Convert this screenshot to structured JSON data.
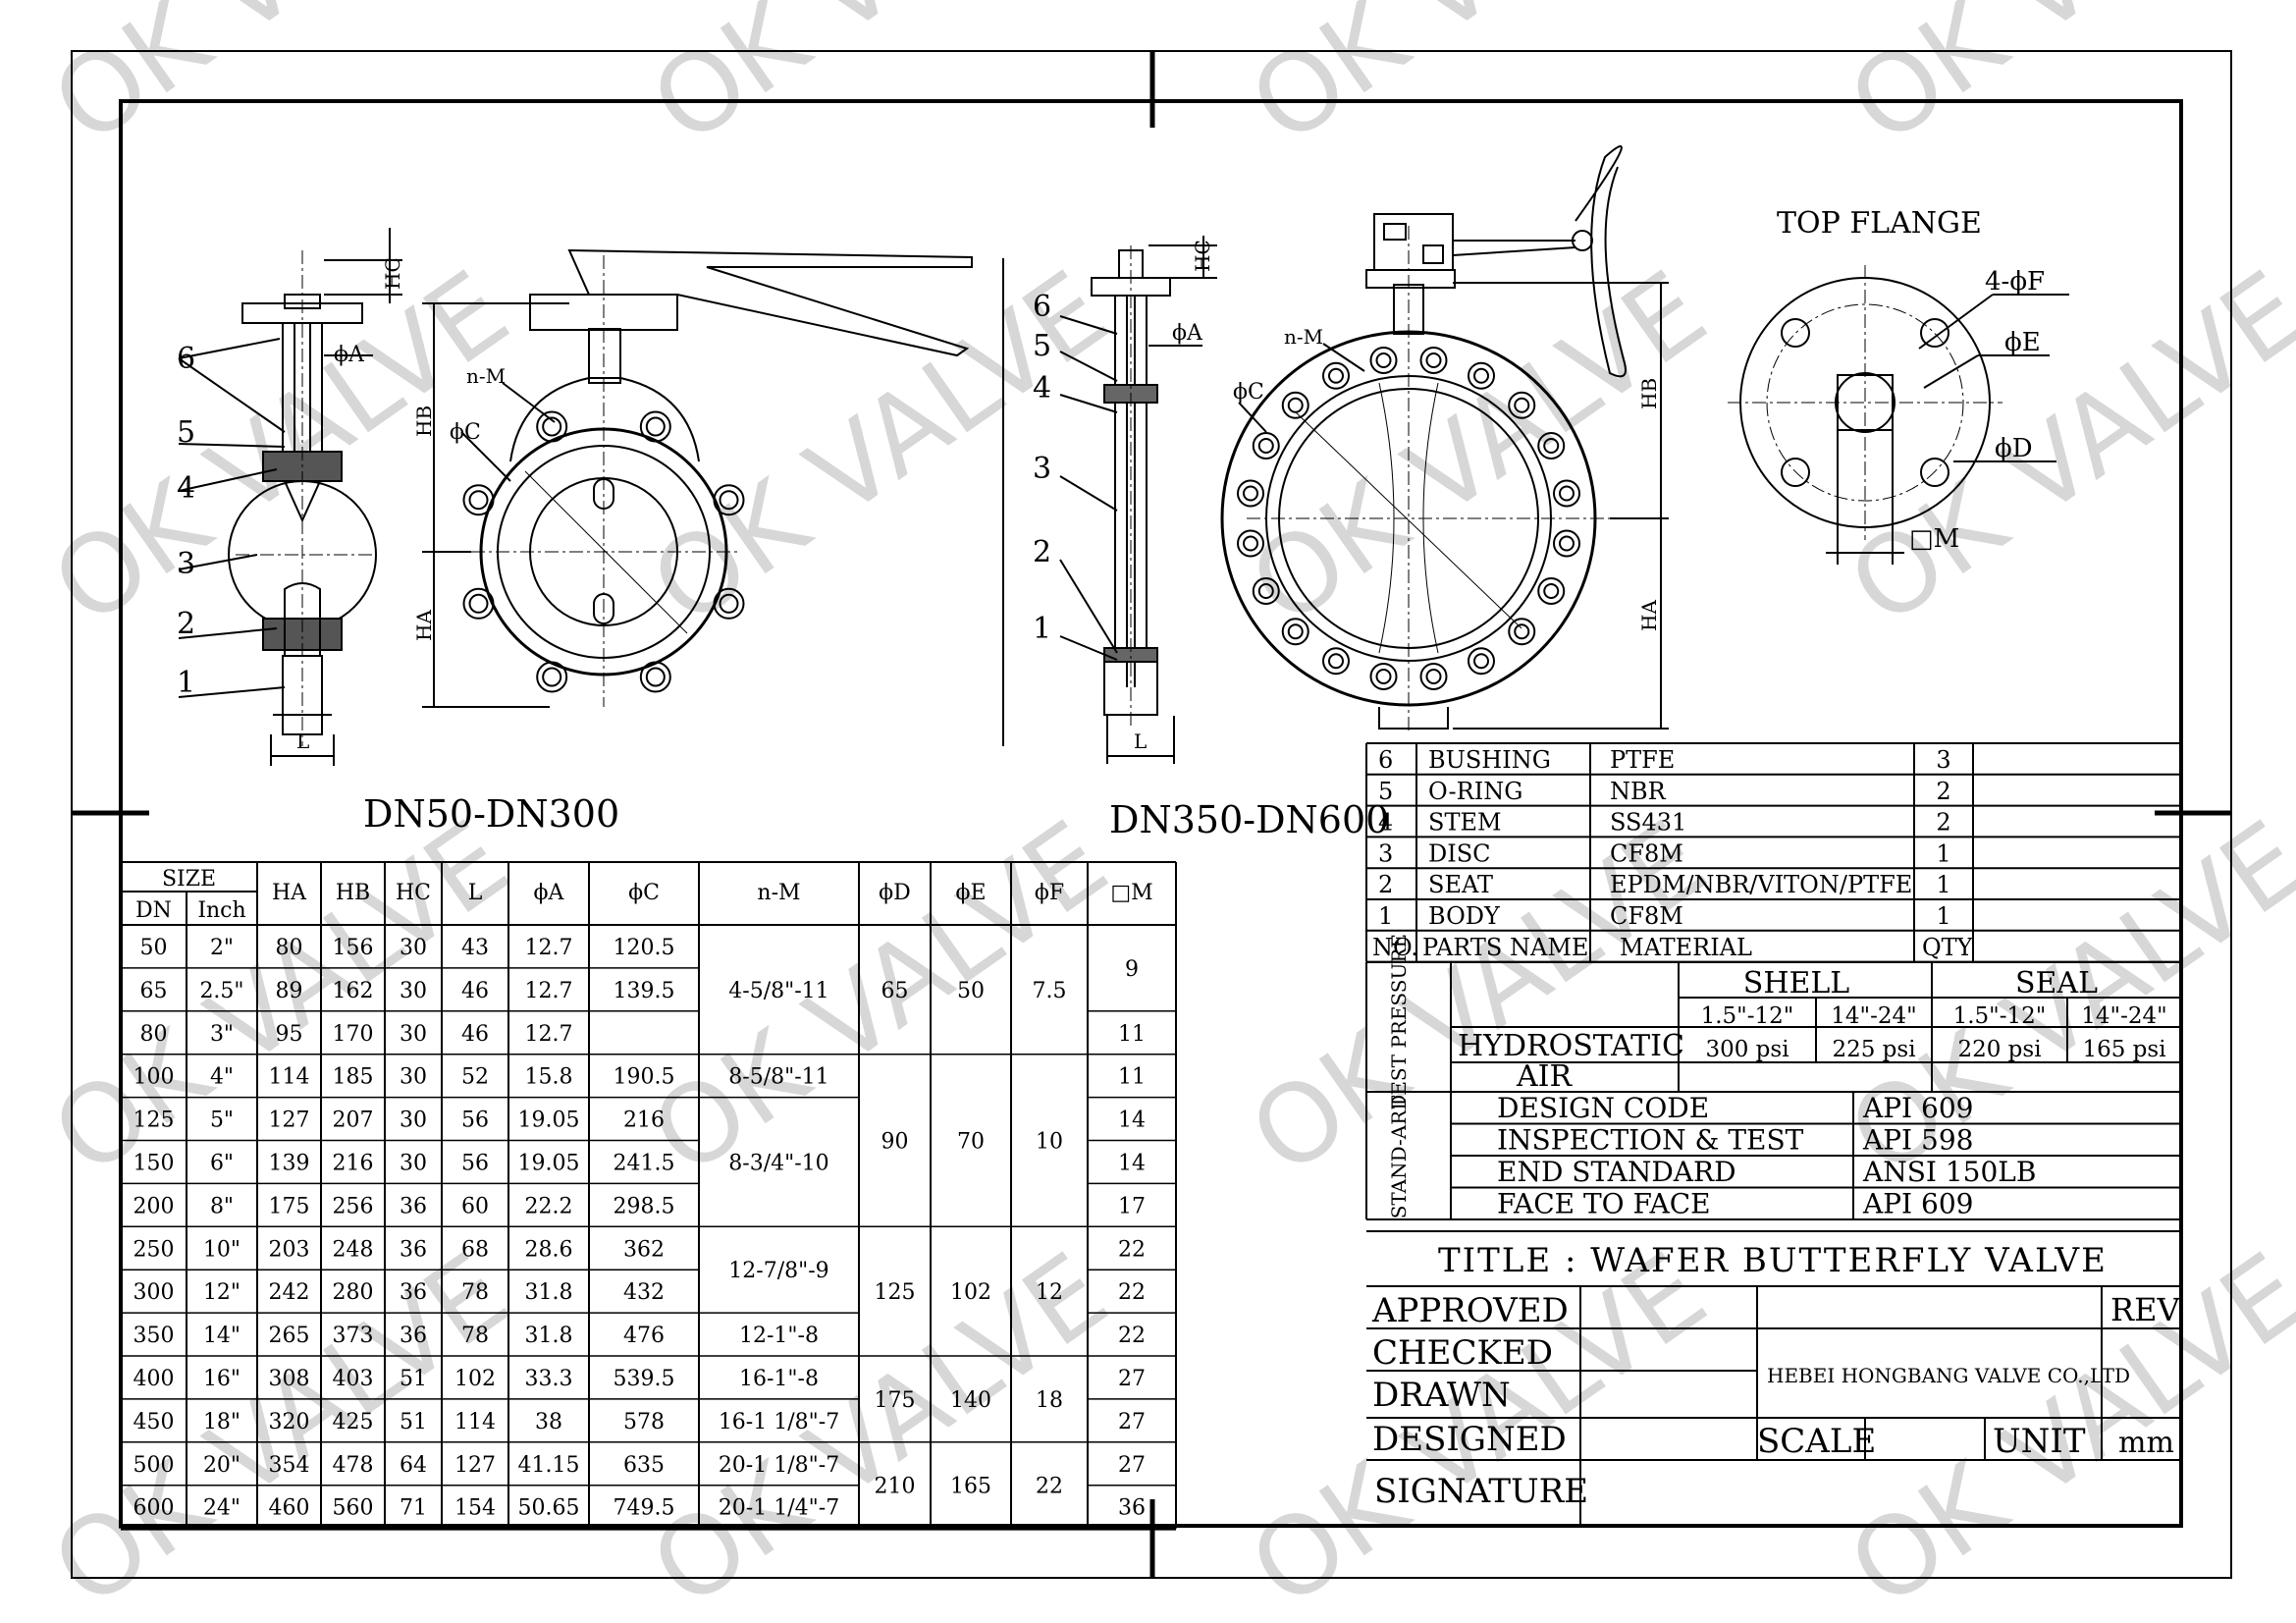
{
  "watermark": "OK VALVE",
  "views": {
    "label_small": "DN50-DN300",
    "label_large": "DN350-DN600",
    "top_flange": "TOP FLANGE"
  },
  "dims": {
    "phiA": "ϕA",
    "phiC": "ϕC",
    "phiD": "ϕD",
    "phiE": "ϕE",
    "fourPhiF": "4-ϕF",
    "nM": "n-M",
    "HA": "HA",
    "HB": "HB",
    "HC": "HC",
    "L": "L",
    "sqM": "□M"
  },
  "callouts": [
    "1",
    "2",
    "3",
    "4",
    "5",
    "6"
  ],
  "size_table": {
    "group_header": "SIZE",
    "headers": [
      "DN",
      "Inch",
      "HA",
      "HB",
      "HC",
      "L",
      "ϕA",
      "ϕC",
      "n-M",
      "ϕD",
      "ϕE",
      "ϕF",
      "□M"
    ],
    "rows": [
      [
        "50",
        "2\"",
        "80",
        "156",
        "30",
        "43",
        "12.7",
        "120.5"
      ],
      [
        "65",
        "2.5\"",
        "89",
        "162",
        "30",
        "46",
        "12.7",
        "139.5"
      ],
      [
        "80",
        "3\"",
        "95",
        "170",
        "30",
        "46",
        "12.7",
        ""
      ],
      [
        "100",
        "4\"",
        "114",
        "185",
        "30",
        "52",
        "15.8",
        "190.5"
      ],
      [
        "125",
        "5\"",
        "127",
        "207",
        "30",
        "56",
        "19.05",
        "216"
      ],
      [
        "150",
        "6\"",
        "139",
        "216",
        "30",
        "56",
        "19.05",
        "241.5"
      ],
      [
        "200",
        "8\"",
        "175",
        "256",
        "36",
        "60",
        "22.2",
        "298.5"
      ],
      [
        "250",
        "10\"",
        "203",
        "248",
        "36",
        "68",
        "28.6",
        "362"
      ],
      [
        "300",
        "12\"",
        "242",
        "280",
        "36",
        "78",
        "31.8",
        "432"
      ],
      [
        "350",
        "14\"",
        "265",
        "373",
        "36",
        "78",
        "31.8",
        "476"
      ],
      [
        "400",
        "16\"",
        "308",
        "403",
        "51",
        "102",
        "33.3",
        "539.5"
      ],
      [
        "450",
        "18\"",
        "320",
        "425",
        "51",
        "114",
        "38",
        "578"
      ],
      [
        "500",
        "20\"",
        "354",
        "478",
        "64",
        "127",
        "41.15",
        "635"
      ],
      [
        "600",
        "24\"",
        "460",
        "560",
        "71",
        "154",
        "50.65",
        "749.5"
      ]
    ],
    "nM": [
      {
        "rows": [
          0,
          2
        ],
        "v": "4-5/8\"-11"
      },
      {
        "rows": [
          3,
          3
        ],
        "v": "8-5/8\"-11"
      },
      {
        "rows": [
          4,
          6
        ],
        "v": "8-3/4\"-10"
      },
      {
        "rows": [
          7,
          8
        ],
        "v": "12-7/8\"-9"
      },
      {
        "rows": [
          9,
          9
        ],
        "v": "12-1\"-8"
      },
      {
        "rows": [
          10,
          10
        ],
        "v": "16-1\"-8"
      },
      {
        "rows": [
          11,
          11
        ],
        "v": "16-1 1/8\"-7"
      },
      {
        "rows": [
          12,
          12
        ],
        "v": "20-1 1/8\"-7"
      },
      {
        "rows": [
          13,
          13
        ],
        "v": "20-1 1/4\"-7"
      }
    ],
    "flange": [
      {
        "rows": [
          0,
          2
        ],
        "D": "65",
        "E": "50",
        "F": "7.5"
      },
      {
        "rows": [
          3,
          6
        ],
        "D": "90",
        "E": "70",
        "F": "10"
      },
      {
        "rows": [
          7,
          9
        ],
        "D": "125",
        "E": "102",
        "F": "12"
      },
      {
        "rows": [
          10,
          11
        ],
        "D": "175",
        "E": "140",
        "F": "18"
      },
      {
        "rows": [
          12,
          13
        ],
        "D": "210",
        "E": "165",
        "F": "22"
      }
    ],
    "sqM": [
      {
        "rows": [
          0,
          1
        ],
        "v": "9"
      },
      {
        "rows": [
          2,
          2
        ],
        "v": "11"
      },
      {
        "rows": [
          3,
          3
        ],
        "v": "11"
      },
      {
        "rows": [
          4,
          4
        ],
        "v": "14"
      },
      {
        "rows": [
          5,
          5
        ],
        "v": "14"
      },
      {
        "rows": [
          6,
          6
        ],
        "v": "17"
      },
      {
        "rows": [
          7,
          7
        ],
        "v": "22"
      },
      {
        "rows": [
          8,
          8
        ],
        "v": "22"
      },
      {
        "rows": [
          9,
          9
        ],
        "v": "22"
      },
      {
        "rows": [
          10,
          10
        ],
        "v": "27"
      },
      {
        "rows": [
          11,
          11
        ],
        "v": "27"
      },
      {
        "rows": [
          12,
          12
        ],
        "v": "27"
      },
      {
        "rows": [
          13,
          13
        ],
        "v": "36"
      }
    ]
  },
  "parts": {
    "rows": [
      [
        "6",
        "BUSHING",
        "PTFE",
        "3"
      ],
      [
        "5",
        "O-RING",
        "NBR",
        "2"
      ],
      [
        "4",
        "STEM",
        "SS431",
        "2"
      ],
      [
        "3",
        "DISC",
        "CF8M",
        "1"
      ],
      [
        "2",
        "SEAT",
        "EPDM/NBR/VITON/PTFE",
        "1"
      ],
      [
        "1",
        "BODY",
        "CF8M",
        "1"
      ]
    ],
    "header": [
      "NO.",
      "PARTS NAME",
      "MATERIAL",
      "QTY"
    ]
  },
  "test": {
    "label": "TEST PRESSURE",
    "shell": "SHELL",
    "seal": "SEAL",
    "ranges": [
      "1.5\"-12\"",
      "14\"-24\"",
      "1.5\"-12\"",
      "14\"-24\""
    ],
    "hydro": "HYDROSTATIC",
    "air": "AIR",
    "values": [
      "300 psi",
      "225 psi",
      "220 psi",
      "165 psi"
    ]
  },
  "standard": {
    "label": "STAND-ARD",
    "rows": [
      [
        "DESIGN CODE",
        "API 609"
      ],
      [
        "INSPECTION & TEST",
        "API 598"
      ],
      [
        "END STANDARD",
        "ANSI 150LB"
      ],
      [
        "FACE TO FACE",
        "API 609"
      ]
    ]
  },
  "title_block": {
    "title": "TITLE : WAFER BUTTERFLY VALVE",
    "approved": "APPROVED",
    "checked": "CHECKED",
    "drawn": "DRAWN",
    "designed": "DESIGNED",
    "signature": "SIGNATURE",
    "company": "HEBEI HONGBANG VALVE CO.,LTD",
    "rev": "REV",
    "scale": "SCALE",
    "unit": "UNIT",
    "unit_value": "mm"
  }
}
